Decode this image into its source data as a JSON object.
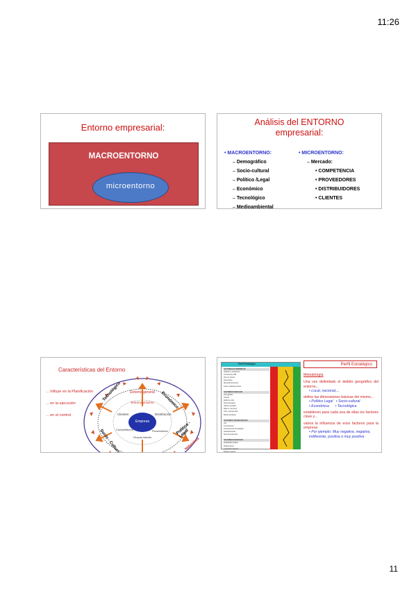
{
  "header": {
    "time": "11:26"
  },
  "footer": {
    "page_number": "11"
  },
  "slide1": {
    "title": "Entorno empresarial:",
    "macro_label": "MACROENTORNO",
    "micro_label": "microentorno",
    "colors": {
      "macro": "#c6474c",
      "micro": "#4c7ac6"
    }
  },
  "slide2": {
    "title_line1": "Análisis del ENTORNO",
    "title_line2": "empresarial:",
    "macro": {
      "heading": "MACROENTORNO:",
      "items": [
        "Demográfico",
        "Socio-cultural",
        "Político /Legal",
        "Económico",
        "Tecnológico",
        "Medioambiental"
      ]
    },
    "micro": {
      "heading": "MICROENTORNO:",
      "sub": "Mercado:",
      "items": [
        "COMPETENCIA",
        "PROVEEDORES",
        "DISTRIBUIDORES",
        "CLIENTES"
      ]
    }
  },
  "slide3": {
    "title": "Características del Entorno",
    "bullets": [
      "... Influye en la Planificación",
      "... en la ejecución",
      "... en el control"
    ],
    "center": "Empresa",
    "inner_labels": {
      "top": "Entorno próximo",
      "left": "Clientes",
      "right": "Distribución",
      "bottom_left": "Competidores",
      "bottom": "Grupos interés",
      "bottom_right": "Proveedores"
    },
    "outer_top": "Entorno general",
    "ring_labels": [
      "Tecnológico",
      "Económico",
      "Político - Legal",
      "Socio - Cultural"
    ],
    "corner_tag": "Naturaleza"
  },
  "slide4": {
    "box_title": "Perfil Estratégico",
    "table_header": "Perfil Estratégico",
    "table_sections": [
      {
        "title": "FACTORES ECONÓMICOS",
        "rows": [
          "Inflación y tendencia",
          "Crecimiento PIB",
          "Tipo de interés",
          "Desempleo",
          "Mercado financiero",
          "Coste materias primas"
        ]
      },
      {
        "title": "FACTORES SOCIALES",
        "rows": [
          "Demografía",
          "Cultura",
          "Estilo de vida",
          "Nivel educativo",
          "Valores sociales",
          "Salud y consumo",
          "Ocio y tiempo libre",
          "Medio ambiente"
        ]
      },
      {
        "title": "FACTORES TECNOLÓGICOS",
        "rows": [
          "I+D",
          "Innovaciones",
          "Transferencia tecnológica",
          "Infraestructuras",
          "Nuevos productos"
        ]
      },
      {
        "title": "FACTORES POLÍTICOS",
        "rows": [
          "Estabilidad política",
          "Política fiscal",
          "Legislación laboral",
          "Política exterior",
          "Legislación medioambiental"
        ]
      }
    ],
    "band_colors": [
      "#dd1f1f",
      "#f0c418",
      "#2aa33a"
    ],
    "metodologia": "Metodología",
    "para1": "Una vez delimitado el ámbito geográfico del entorno...",
    "para1_sub": "Local, nacional,...",
    "para2": "define las dimensiones básicas del mismo...",
    "dims": [
      "Político Legal",
      "Socio-cultural",
      "Económica",
      "Tecnológica"
    ],
    "para3": "establecen para cada una de ellas los factores clave y...",
    "para4": "valora la influencia de esos factores para la empresa",
    "para4_sub": "Por ejemplo: Muy negativa, negativa, indiferente, positiva o muy positiva"
  }
}
